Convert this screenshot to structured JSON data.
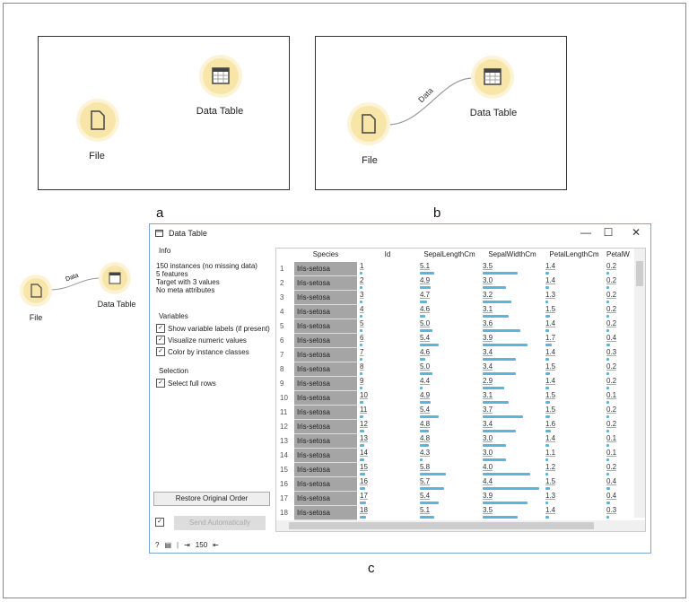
{
  "labels": {
    "a": "a",
    "b": "b",
    "c": "c"
  },
  "nodes": {
    "file": "File",
    "data_table": "Data Table",
    "link": "Data"
  },
  "window": {
    "title": "Data Table",
    "min": "—",
    "max": "☐",
    "close": "✕"
  },
  "info": {
    "heading": "Info",
    "lines": [
      "150 instances (no missing data)",
      "5 features",
      "Target with 3 values",
      "No meta attributes"
    ]
  },
  "variables": {
    "heading": "Variables",
    "options": [
      {
        "label": "Show variable labels (if present)",
        "checked": true
      },
      {
        "label": "Visualize numeric values",
        "checked": true
      },
      {
        "label": "Color by instance classes",
        "checked": true
      }
    ]
  },
  "selection": {
    "heading": "Selection",
    "options": [
      {
        "label": "Select full rows",
        "checked": true
      }
    ]
  },
  "buttons": {
    "restore": "Restore Original Order",
    "send": "Send Automatically"
  },
  "status": {
    "count": "150"
  },
  "bar_color": "#5ab4dc",
  "table": {
    "columns": [
      "Species",
      "Id",
      "SepalLengthCm",
      "SepalWidthCm",
      "PetalLengthCm",
      "PetalW"
    ],
    "rows": [
      [
        "1",
        "Iris-setosa",
        "1",
        "5.1",
        "3.5",
        "1.4",
        "0.2"
      ],
      [
        "2",
        "Iris-setosa",
        "2",
        "4.9",
        "3.0",
        "1.4",
        "0.2"
      ],
      [
        "3",
        "Iris-setosa",
        "3",
        "4.7",
        "3.2",
        "1.3",
        "0.2"
      ],
      [
        "4",
        "Iris-setosa",
        "4",
        "4.6",
        "3.1",
        "1.5",
        "0.2"
      ],
      [
        "5",
        "Iris-setosa",
        "5",
        "5.0",
        "3.6",
        "1.4",
        "0.2"
      ],
      [
        "6",
        "Iris-setosa",
        "6",
        "5.4",
        "3.9",
        "1.7",
        "0.4"
      ],
      [
        "7",
        "Iris-setosa",
        "7",
        "4.6",
        "3.4",
        "1.4",
        "0.3"
      ],
      [
        "8",
        "Iris-setosa",
        "8",
        "5.0",
        "3.4",
        "1.5",
        "0.2"
      ],
      [
        "9",
        "Iris-setosa",
        "9",
        "4.4",
        "2.9",
        "1.4",
        "0.2"
      ],
      [
        "10",
        "Iris-setosa",
        "10",
        "4.9",
        "3.1",
        "1.5",
        "0.1"
      ],
      [
        "11",
        "Iris-setosa",
        "11",
        "5.4",
        "3.7",
        "1.5",
        "0.2"
      ],
      [
        "12",
        "Iris-setosa",
        "12",
        "4.8",
        "3.4",
        "1.6",
        "0.2"
      ],
      [
        "13",
        "Iris-setosa",
        "13",
        "4.8",
        "3.0",
        "1.4",
        "0.1"
      ],
      [
        "14",
        "Iris-setosa",
        "14",
        "4.3",
        "3.0",
        "1.1",
        "0.1"
      ],
      [
        "15",
        "Iris-setosa",
        "15",
        "5.8",
        "4.0",
        "1.2",
        "0.2"
      ],
      [
        "16",
        "Iris-setosa",
        "16",
        "5.7",
        "4.4",
        "1.5",
        "0.4"
      ],
      [
        "17",
        "Iris-setosa",
        "17",
        "5.4",
        "3.9",
        "1.3",
        "0.4"
      ],
      [
        "18",
        "Iris-setosa",
        "18",
        "5.1",
        "3.5",
        "1.4",
        "0.3"
      ]
    ]
  }
}
